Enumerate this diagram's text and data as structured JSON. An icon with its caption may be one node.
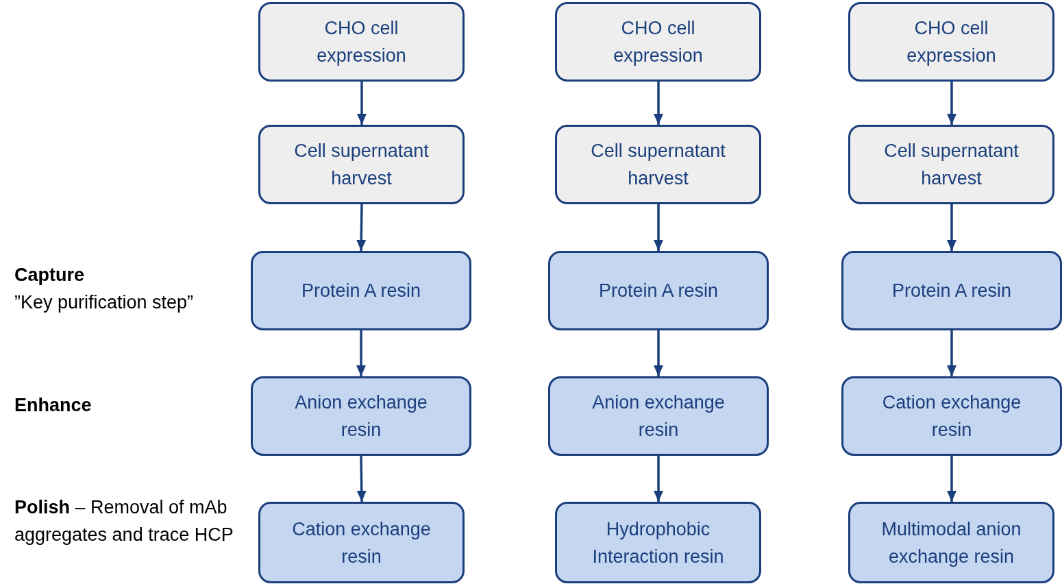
{
  "diagram": {
    "nodes": [
      {
        "text": [
          "CHO cell expression"
        ]
      },
      {
        "text": [
          "CHO cell expression"
        ]
      },
      {
        "text": [
          "CHO cell expression"
        ]
      },
      {
        "text": [
          "Cell supernatant harvest"
        ]
      },
      {
        "text": [
          "Cell supernatant harvest"
        ]
      },
      {
        "text": [
          "Cell supernatant harvest"
        ]
      },
      {
        "text": [
          "Protein A resin"
        ]
      },
      {
        "text": [
          "Protein A resin"
        ]
      },
      {
        "text": [
          "Protein A resin"
        ]
      },
      {
        "text": [
          "Anion exchange resin"
        ]
      },
      {
        "text": [
          "Anion exchange resin"
        ]
      },
      {
        "text": [
          "Cation exchange resin"
        ]
      },
      {
        "text": [
          "Cation exchange resin"
        ]
      },
      {
        "text": [
          "Hydrophobic Interaction resin"
        ]
      },
      {
        "text": [
          "Multimodal anion exchange resin"
        ]
      }
    ],
    "edges": [
      {
        "from": 0,
        "to": 3,
        "arrow": "to"
      },
      {
        "from": 1,
        "to": 4,
        "arrow": "to"
      },
      {
        "from": 2,
        "to": 5,
        "arrow": "to"
      },
      {
        "from": 3,
        "to": 6,
        "arrow": "to"
      },
      {
        "from": 4,
        "to": 7,
        "arrow": "to"
      },
      {
        "from": 5,
        "to": 8,
        "arrow": "to"
      },
      {
        "from": 6,
        "to": 9,
        "arrow": "to"
      },
      {
        "from": 7,
        "to": 10,
        "arrow": "to"
      },
      {
        "from": 8,
        "to": 11,
        "arrow": "to"
      },
      {
        "from": 9,
        "to": 12,
        "arrow": "to"
      },
      {
        "from": 10,
        "to": 13,
        "arrow": "to"
      },
      {
        "from": 11,
        "to": 14,
        "arrow": "to"
      }
    ],
    "labels": [
      "Capture",
      "”Key purification step”",
      "Enhance",
      "**Polish** – Removal of mAb aggregates and trace HCP"
    ]
  }
}
